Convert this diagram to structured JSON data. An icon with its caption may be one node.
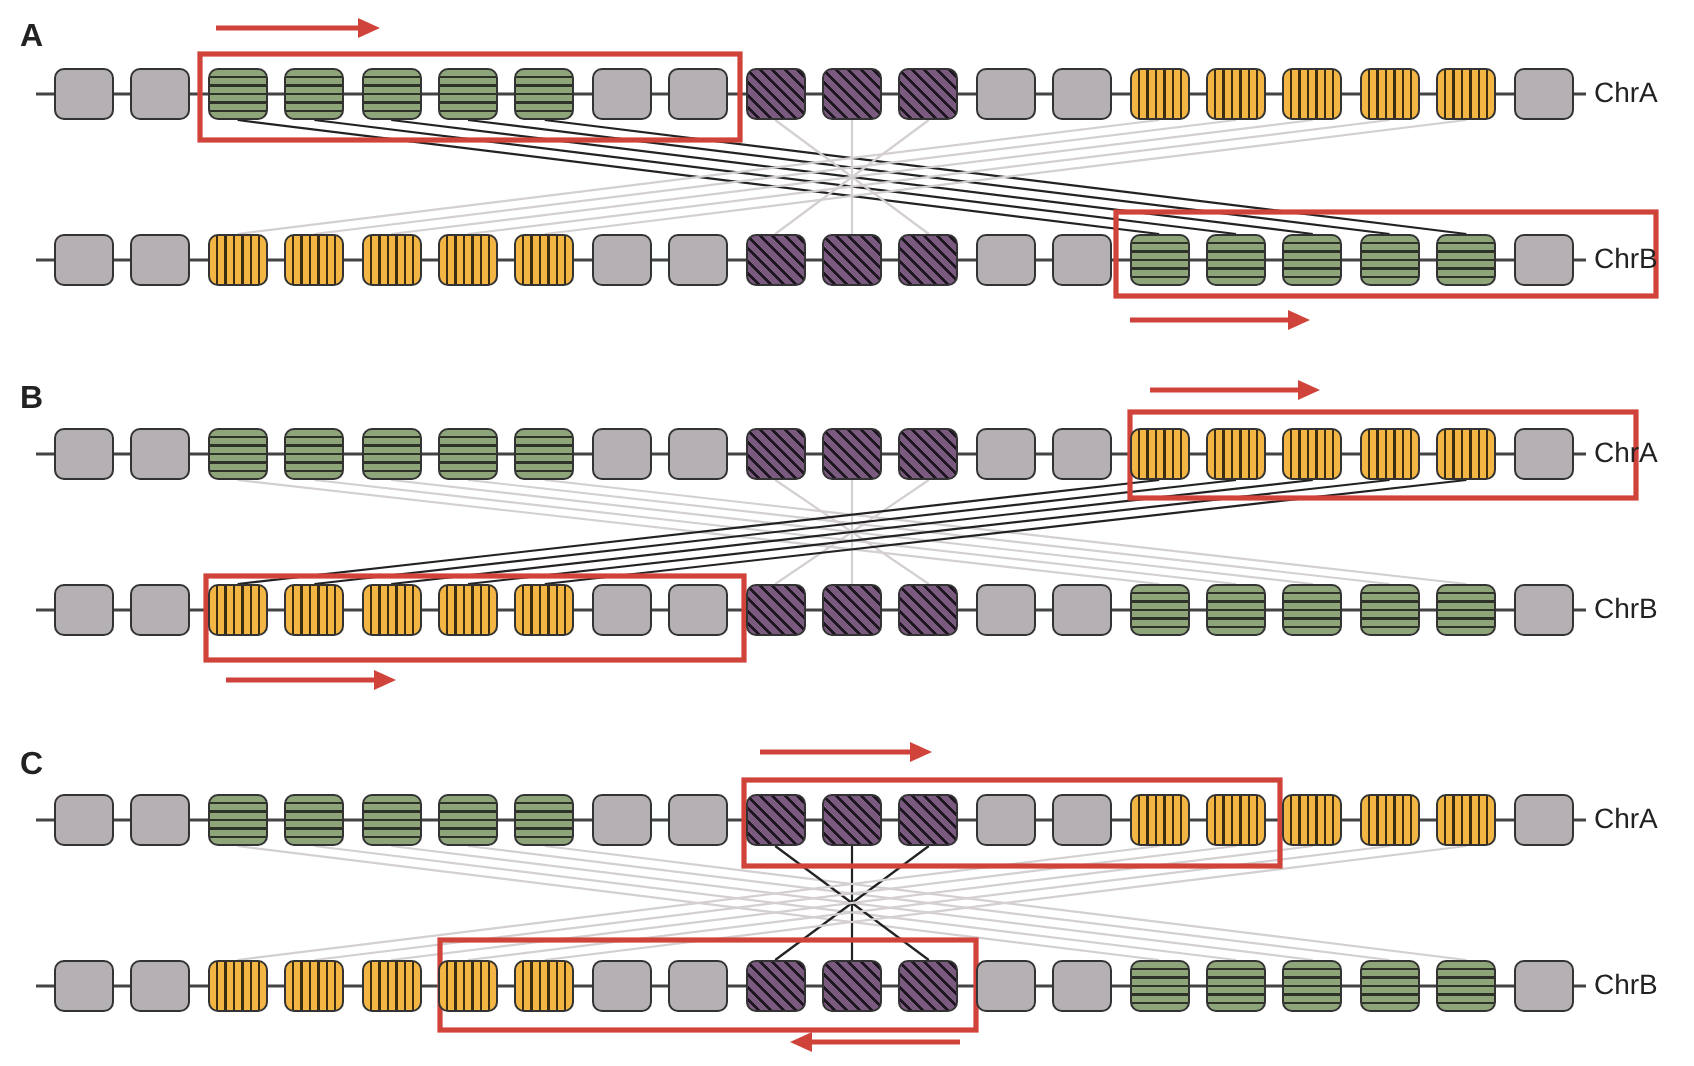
{
  "diagram": {
    "nodes": [
      {
        "text": [],
        "shape": "box"
      },
      {
        "text": [],
        "shape": "box"
      },
      {
        "text": [],
        "shape": "box"
      },
      {
        "text": [],
        "shape": "box"
      },
      {
        "text": [],
        "shape": "box"
      },
      {
        "text": [],
        "shape": "box"
      },
      {
        "text": [],
        "shape": "box"
      },
      {
        "text": [],
        "shape": "box"
      },
      {
        "text": [],
        "shape": "box"
      },
      {
        "text": [],
        "shape": "box"
      },
      {
        "text": [],
        "shape": "box"
      },
      {
        "text": [],
        "shape": "box"
      },
      {
        "text": [],
        "shape": "box"
      },
      {
        "text": [],
        "shape": "box"
      },
      {
        "text": [],
        "shape": "box"
      },
      {
        "text": [],
        "shape": "box"
      },
      {
        "text": [],
        "shape": "box"
      },
      {
        "text": [],
        "shape": "box"
      },
      {
        "text": [],
        "shape": "box"
      },
      {
        "text": [],
        "shape": "box"
      },
      {
        "text": [],
        "shape": "box"
      },
      {
        "text": [],
        "shape": "box"
      },
      {
        "text": [],
        "shape": "box"
      },
      {
        "text": [],
        "shape": "box"
      },
      {
        "text": [],
        "shape": "box"
      },
      {
        "text": [],
        "shape": "box"
      },
      {
        "text": [],
        "shape": "box"
      },
      {
        "text": [],
        "shape": "box"
      },
      {
        "text": [],
        "shape": "box"
      },
      {
        "text": [],
        "shape": "box"
      },
      {
        "text": [],
        "shape": "box"
      },
      {
        "text": [],
        "shape": "box"
      },
      {
        "text": [],
        "shape": "box"
      },
      {
        "text": [],
        "shape": "box"
      },
      {
        "text": [],
        "shape": "box"
      },
      {
        "text": [],
        "shape": "box"
      },
      {
        "text": [],
        "shape": "box"
      },
      {
        "text": [],
        "shape": "box"
      },
      {
        "text": [],
        "shape": "box"
      },
      {
        "text": [],
        "shape": "box"
      },
      {
        "text": [],
        "shape": "box"
      },
      {
        "text": [],
        "shape": "box"
      },
      {
        "text": [],
        "shape": "box"
      },
      {
        "text": [],
        "shape": "box"
      },
      {
        "text": [],
        "shape": "box"
      },
      {
        "text": [],
        "shape": "box"
      },
      {
        "text": [],
        "shape": "box"
      },
      {
        "text": [],
        "shape": "box"
      },
      {
        "text": [],
        "shape": "box"
      },
      {
        "text": [],
        "shape": "box"
      },
      {
        "text": [],
        "shape": "box"
      },
      {
        "text": [],
        "shape": "box"
      },
      {
        "text": [],
        "shape": "box"
      },
      {
        "text": [],
        "shape": "box"
      },
      {
        "text": [],
        "shape": "box"
      },
      {
        "text": [],
        "shape": "box"
      },
      {
        "text": [],
        "shape": "box"
      },
      {
        "text": [],
        "shape": "box"
      },
      {
        "text": [],
        "shape": "box"
      },
      {
        "text": [],
        "shape": "box"
      },
      {
        "text": [],
        "shape": "box"
      },
      {
        "text": [],
        "shape": "box"
      },
      {
        "text": [],
        "shape": "box"
      },
      {
        "text": [],
        "shape": "box"
      },
      {
        "text": [],
        "shape": "box"
      },
      {
        "text": [],
        "shape": "box"
      },
      {
        "text": [],
        "shape": "box"
      },
      {
        "text": [],
        "shape": "box"
      },
      {
        "text": [],
        "shape": "box"
      },
      {
        "text": [],
        "shape": "box"
      },
      {
        "text": [],
        "shape": "box"
      },
      {
        "text": [],
        "shape": "box"
      },
      {
        "text": [],
        "shape": "box"
      },
      {
        "text": [],
        "shape": "box"
      },
      {
        "text": [],
        "shape": "box"
      },
      {
        "text": [],
        "shape": "box"
      },
      {
        "text": [],
        "shape": "box"
      },
      {
        "text": [],
        "shape": "box"
      },
      {
        "text": [],
        "shape": "box"
      },
      {
        "text": [],
        "shape": "box"
      },
      {
        "text": [],
        "shape": "box"
      },
      {
        "text": [],
        "shape": "box"
      },
      {
        "text": [],
        "shape": "box"
      },
      {
        "text": [],
        "shape": "box"
      },
      {
        "text": [],
        "shape": "box"
      },
      {
        "text": [],
        "shape": "box"
      },
      {
        "text": [],
        "shape": "box"
      },
      {
        "text": [],
        "shape": "box"
      },
      {
        "text": [],
        "shape": "box"
      },
      {
        "text": [],
        "shape": "box"
      },
      {
        "text": [],
        "shape": "box"
      },
      {
        "text": [],
        "shape": "box"
      },
      {
        "text": [],
        "shape": "box"
      },
      {
        "text": [],
        "shape": "box"
      },
      {
        "text": [],
        "shape": "box"
      },
      {
        "text": [],
        "shape": "box"
      },
      {
        "text": [],
        "shape": "box"
      },
      {
        "text": [],
        "shape": "box"
      },
      {
        "text": [],
        "shape": "box"
      },
      {
        "text": [],
        "shape": "box"
      },
      {
        "text": [],
        "shape": "box"
      },
      {
        "text": [],
        "shape": "box"
      },
      {
        "text": [],
        "shape": "box"
      },
      {
        "text": [],
        "shape": "box"
      },
      {
        "text": [],
        "shape": "box"
      },
      {
        "text": [],
        "shape": "box"
      },
      {
        "text": [],
        "shape": "box"
      },
      {
        "text": [],
        "shape": "box"
      },
      {
        "text": [],
        "shape": "box"
      },
      {
        "text": [],
        "shape": "box"
      },
      {
        "text": [],
        "shape": "box"
      },
      {
        "text": [],
        "shape": "box"
      },
      {
        "text": [],
        "shape": "box"
      },
      {
        "text": [],
        "shape": "box"
      },
      {
        "text": [],
        "shape": "box"
      },
      {
        "text": [],
        "shape": "box"
      },
      {
        "text": [],
        "shape": "box"
      },
      {
        "text": [],
        "shape": "box"
      },
      {
        "text": [],
        "shape": "box"
      },
      {
        "text": [],
        "shape": "box"
      }
    ],
    "edges": [
      {
        "from": 2,
        "to": 34,
        "arrow": "none",
        "color": "#222222"
      },
      {
        "from": 3,
        "to": 35,
        "arrow": "none",
        "color": "#222222"
      },
      {
        "from": 4,
        "to": 36,
        "arrow": "none",
        "color": "#222222"
      },
      {
        "from": 5,
        "to": 37,
        "arrow": "none",
        "color": "#222222"
      },
      {
        "from": 6,
        "to": 38,
        "arrow": "none",
        "color": "#222222"
      },
      {
        "from": 9,
        "to": 31,
        "arrow": "none"
      },
      {
        "from": 10,
        "to": 30,
        "arrow": "none"
      },
      {
        "from": 11,
        "to": 29,
        "arrow": "none"
      },
      {
        "from": 14,
        "to": 22,
        "arrow": "none"
      },
      {
        "from": 15,
        "to": 23,
        "arrow": "none"
      },
      {
        "from": 16,
        "to": 24,
        "arrow": "none"
      },
      {
        "from": 17,
        "to": 25,
        "arrow": "none"
      },
      {
        "from": 18,
        "to": 26,
        "arrow": "none"
      },
      {
        "from": 42,
        "to": 74,
        "arrow": "none"
      },
      {
        "from": 43,
        "to": 75,
        "arrow": "none"
      },
      {
        "from": 44,
        "to": 76,
        "arrow": "none"
      },
      {
        "from": 45,
        "to": 77,
        "arrow": "none"
      },
      {
        "from": 46,
        "to": 78,
        "arrow": "none"
      },
      {
        "from": 49,
        "to": 71,
        "arrow": "none"
      },
      {
        "from": 50,
        "to": 70,
        "arrow": "none"
      },
      {
        "from": 51,
        "to": 69,
        "arrow": "none"
      },
      {
        "from": 54,
        "to": 62,
        "arrow": "none",
        "color": "#222222"
      },
      {
        "from": 55,
        "to": 63,
        "arrow": "none",
        "color": "#222222"
      },
      {
        "from": 56,
        "to": 64,
        "arrow": "none",
        "color": "#222222"
      },
      {
        "from": 57,
        "to": 65,
        "arrow": "none",
        "color": "#222222"
      },
      {
        "from": 58,
        "to": 66,
        "arrow": "none",
        "color": "#222222"
      },
      {
        "from": 82,
        "to": 114,
        "arrow": "none"
      },
      {
        "from": 83,
        "to": 115,
        "arrow": "none"
      },
      {
        "from": 84,
        "to": 116,
        "arrow": "none"
      },
      {
        "from": 85,
        "to": 117,
        "arrow": "none"
      },
      {
        "from": 86,
        "to": 118,
        "arrow": "none"
      },
      {
        "from": 89,
        "to": 111,
        "arrow": "none",
        "color": "#222222"
      },
      {
        "from": 90,
        "to": 110,
        "arrow": "none",
        "color": "#222222"
      },
      {
        "from": 91,
        "to": 109,
        "arrow": "none",
        "color": "#222222"
      },
      {
        "from": 94,
        "to": 102,
        "arrow": "none"
      },
      {
        "from": 95,
        "to": 103,
        "arrow": "none"
      },
      {
        "from": 96,
        "to": 104,
        "arrow": "none"
      },
      {
        "from": 97,
        "to": 105,
        "arrow": "none"
      },
      {
        "from": 98,
        "to": 106,
        "arrow": "none"
      }
    ],
    "labels": [
      "A",
      "ChrA",
      "ChrB",
      "B",
      "ChrA",
      "ChrB",
      "C",
      "ChrA",
      "ChrB"
    ]
  }
}
